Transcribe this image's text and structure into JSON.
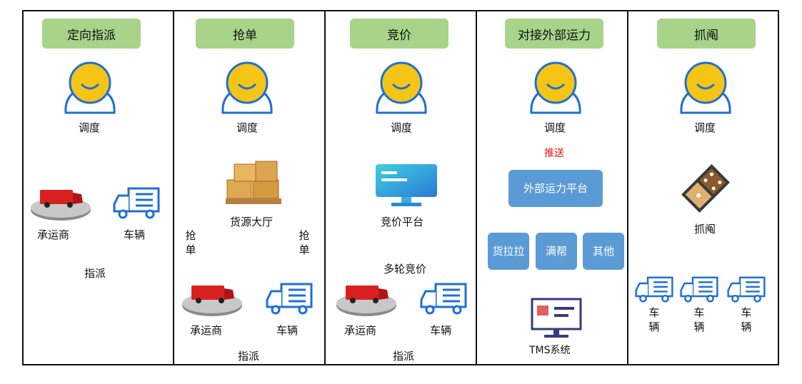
{
  "panels": [
    {
      "title": "定向指派",
      "dispatch": "调度",
      "carrier": "承运商",
      "vehicle": "车辆",
      "assign": "指派"
    },
    {
      "title": "抢单",
      "dispatch": "调度",
      "hall": "货源大厅",
      "grab_left": "抢单",
      "grab_right": "抢单",
      "carrier": "承运商",
      "vehicle": "车辆",
      "assign": "指派"
    },
    {
      "title": "竞价",
      "dispatch": "调度",
      "platform": "竞价平台",
      "rounds": "多轮竞价",
      "carrier": "承运商",
      "vehicle": "车辆",
      "assign": "指派"
    },
    {
      "title": "对接外部运力",
      "dispatch": "调度",
      "push": "推送",
      "ext_platform": "外部运力平台",
      "options": [
        "货拉拉",
        "满帮",
        "其他"
      ],
      "tms": "TMS系统"
    },
    {
      "title": "抓阄",
      "dispatch": "调度",
      "draw": "抓阄",
      "vehicles": [
        "车辆",
        "车辆",
        "车辆"
      ]
    }
  ],
  "colors": {
    "header_bg": "#a8d48a",
    "arrow": "#f0a060",
    "blue_box": "#5b9bd5",
    "push_red": "#e11111",
    "truck_red": "#d92020",
    "icon_blue": "#1f6fd6"
  }
}
